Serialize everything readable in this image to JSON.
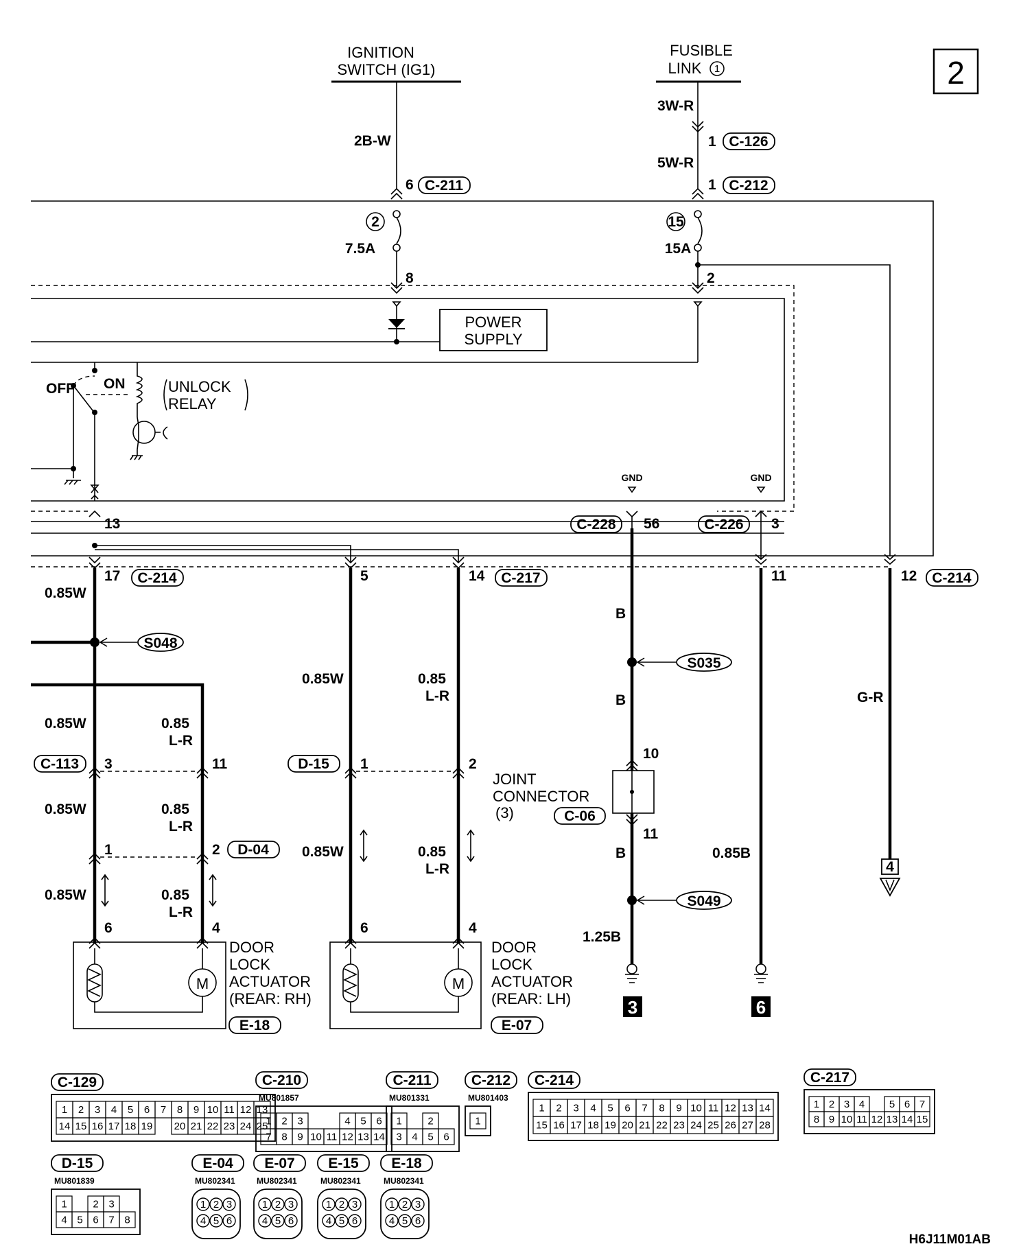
{
  "page_number": "2",
  "sources": {
    "ignition": [
      "IGNITION",
      "SWITCH (IG1)"
    ],
    "fusible": [
      "FUSIBLE",
      "LINK"
    ],
    "fusible_num": "1"
  },
  "wire_labels": {
    "w_2bw": "2B-W",
    "w_3wr": "3W-R",
    "w_5wr": "5W-R",
    "w_b1": "B",
    "w_b2": "B",
    "w_b3": "B",
    "w_125b": "1.25B",
    "w_085b": "0.85B",
    "w_gr": "G-R",
    "w_085w_a": "0.85W",
    "w_085w_b": "0.85W",
    "w_085w_c": "0.85W",
    "w_085w_d": "0.85W",
    "w_085w_e": "0.85W",
    "w_085w_f": "0.85W",
    "w_085_a": "0.85",
    "w_lr_a": "L-R",
    "w_085_b": "0.85",
    "w_lr_b": "L-R",
    "w_085_c": "0.85",
    "w_lr_c": "L-R",
    "w_085_d": "0.85",
    "w_lr_d": "L-R",
    "w_085_e": "0.85",
    "w_lr_e": "L-R"
  },
  "connectors": {
    "c126": "C-126",
    "c211": "C-211",
    "c212": "C-212",
    "c214a": "C-214",
    "c214b": "C-214",
    "c217": "C-217",
    "c228": "C-228",
    "c226": "C-226",
    "c113": "C-113",
    "d15": "D-15",
    "d04": "D-04",
    "c06": "C-06",
    "e18": "E-18",
    "e07": "E-07"
  },
  "pins": {
    "p1_c126": "1",
    "p1_c212": "1",
    "p6_c211": "6",
    "p8": "8",
    "p2": "2",
    "p13": "13",
    "p17": "17",
    "p5": "5",
    "p14": "14",
    "p56": "56",
    "p3": "3",
    "p11": "11",
    "p12": "12",
    "p3b": "3",
    "p11b": "11",
    "p1b": "1",
    "p2b": "2",
    "p1c": "1",
    "p2c": "2",
    "p6a": "6",
    "p4a": "4",
    "p6b": "6",
    "p4b": "4",
    "p10": "10",
    "p11c": "11"
  },
  "fuses": {
    "f2_num": "2",
    "f2_amp": "7.5A",
    "f15_num": "15",
    "f15_amp": "15A"
  },
  "blocks": {
    "power_supply": [
      "POWER",
      "SUPPLY"
    ],
    "relay": [
      "UNLOCK",
      "RELAY"
    ],
    "off": "OFF",
    "on": "ON",
    "gnd1": "GND",
    "gnd2": "GND"
  },
  "splices": {
    "s048": "S048",
    "s035": "S035",
    "s049": "S049"
  },
  "joint_connector": [
    "JOINT",
    "CONNECTOR",
    "(3)"
  ],
  "actuators": {
    "rh": [
      "DOOR",
      "LOCK",
      "ACTUATOR",
      "(REAR: RH)"
    ],
    "lh": [
      "DOOR",
      "LOCK",
      "ACTUATOR",
      "(REAR: LH)"
    ]
  },
  "ground_refs": {
    "g3": "3",
    "g6": "6"
  },
  "ref_arrow": "4",
  "connector_views": [
    {
      "id": "C-129",
      "part": "",
      "rows": [
        [
          "1",
          "2",
          "3",
          "4",
          "5",
          "6",
          "7",
          "8",
          "9",
          "10",
          "11",
          "12",
          "13"
        ],
        [
          "14",
          "15",
          "16",
          "17",
          "18",
          "19",
          "",
          "20",
          "21",
          "22",
          "23",
          "24",
          "25"
        ]
      ]
    },
    {
      "id": "C-210",
      "part": "MU801857",
      "rows": [
        [
          "1",
          "2",
          "3",
          "",
          "",
          "4",
          "5",
          "6"
        ],
        [
          "7",
          "8",
          "9",
          "10",
          "11",
          "12",
          "13",
          "14"
        ]
      ]
    },
    {
      "id": "C-211",
      "part": "MU801331",
      "rows": [
        [
          "1",
          "",
          "2"
        ],
        [
          "3",
          "4",
          "5",
          "6"
        ]
      ]
    },
    {
      "id": "C-212",
      "part": "MU801403",
      "rows": [
        [
          "1"
        ]
      ]
    },
    {
      "id": "C-214",
      "part": "",
      "rows": [
        [
          "1",
          "2",
          "3",
          "4",
          "5",
          "6",
          "7",
          "8",
          "9",
          "10",
          "11",
          "12",
          "13",
          "14"
        ],
        [
          "15",
          "16",
          "17",
          "18",
          "19",
          "20",
          "21",
          "22",
          "23",
          "24",
          "25",
          "26",
          "27",
          "28"
        ]
      ]
    },
    {
      "id": "C-217",
      "part": "",
      "rows": [
        [
          "1",
          "2",
          "3",
          "4",
          "",
          "5",
          "6",
          "7"
        ],
        [
          "8",
          "9",
          "10",
          "11",
          "12",
          "13",
          "14",
          "15"
        ]
      ]
    },
    {
      "id": "D-15",
      "part": "MU801839",
      "rows": [
        [
          "1",
          "",
          "2",
          "3"
        ],
        [
          "4",
          "5",
          "6",
          "7",
          "8"
        ]
      ]
    },
    {
      "id": "E-04",
      "part": "MU802341",
      "rows": [
        [
          "1",
          "2",
          "3"
        ],
        [
          "4",
          "5",
          "6"
        ]
      ]
    },
    {
      "id": "E-07",
      "part": "MU802341",
      "rows": [
        [
          "1",
          "2",
          "3"
        ],
        [
          "4",
          "5",
          "6"
        ]
      ]
    },
    {
      "id": "E-15",
      "part": "MU802341",
      "rows": [
        [
          "1",
          "2",
          "3"
        ],
        [
          "4",
          "5",
          "6"
        ]
      ]
    },
    {
      "id": "E-18",
      "part": "MU802341",
      "rows": [
        [
          "1",
          "2",
          "3"
        ],
        [
          "4",
          "5",
          "6"
        ]
      ]
    }
  ],
  "figure_code": "H6J11M01AB"
}
